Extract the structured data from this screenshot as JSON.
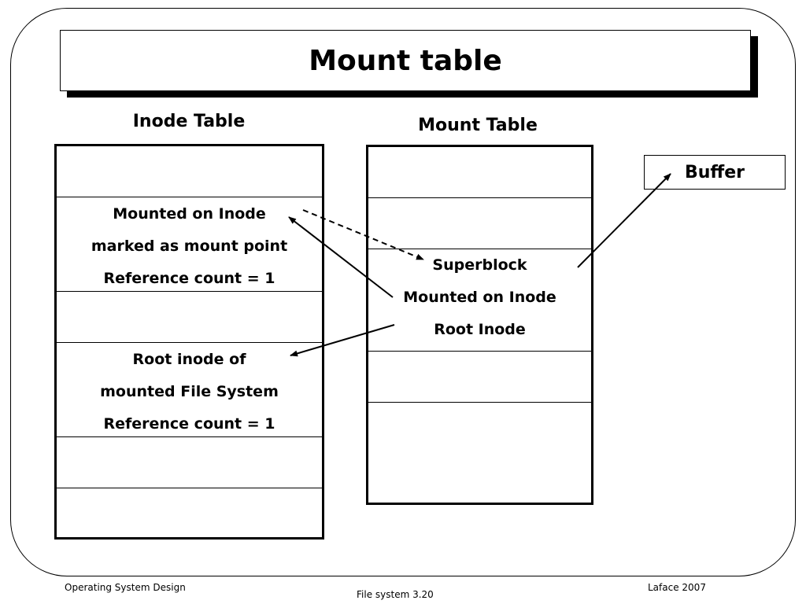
{
  "title": "Mount table",
  "inode_table": {
    "heading": "Inode Table",
    "mounted_entry": [
      "Mounted on Inode",
      "marked as mount point",
      "Reference count = 1"
    ],
    "root_entry": [
      "Root inode of",
      "mounted File System",
      "Reference count = 1"
    ]
  },
  "mount_table": {
    "heading": "Mount Table",
    "entry": [
      "Superblock",
      "Mounted on Inode",
      "Root Inode"
    ]
  },
  "buffer": {
    "label": "Buffer"
  },
  "footer": {
    "left": "Operating System Design",
    "center": "File system 3.20",
    "right": "Laface 2007"
  }
}
